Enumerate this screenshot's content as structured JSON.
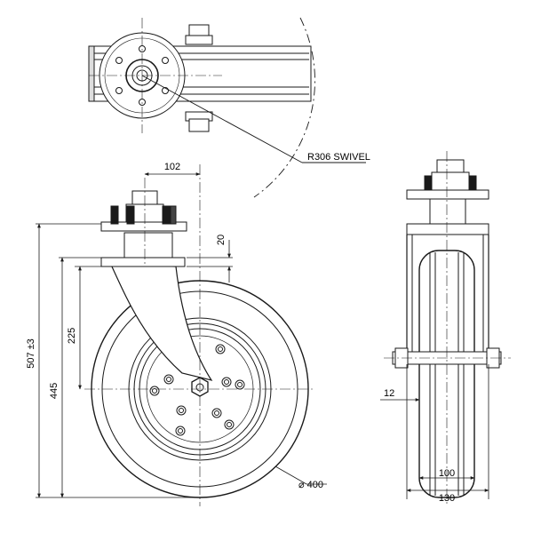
{
  "drawing": {
    "line_color": "#1a1a1a",
    "background": "#ffffff",
    "dimensions": {
      "offset": "102",
      "swivel": "R306 SWIVEL",
      "plate_thickness": "20",
      "pivot_height": "225",
      "overall_height": "507 ±3",
      "axle_height": "445",
      "wheel_diameter": "⌀ 400",
      "tread_width": "100",
      "overall_width": "130",
      "axle_offset": "12"
    }
  }
}
